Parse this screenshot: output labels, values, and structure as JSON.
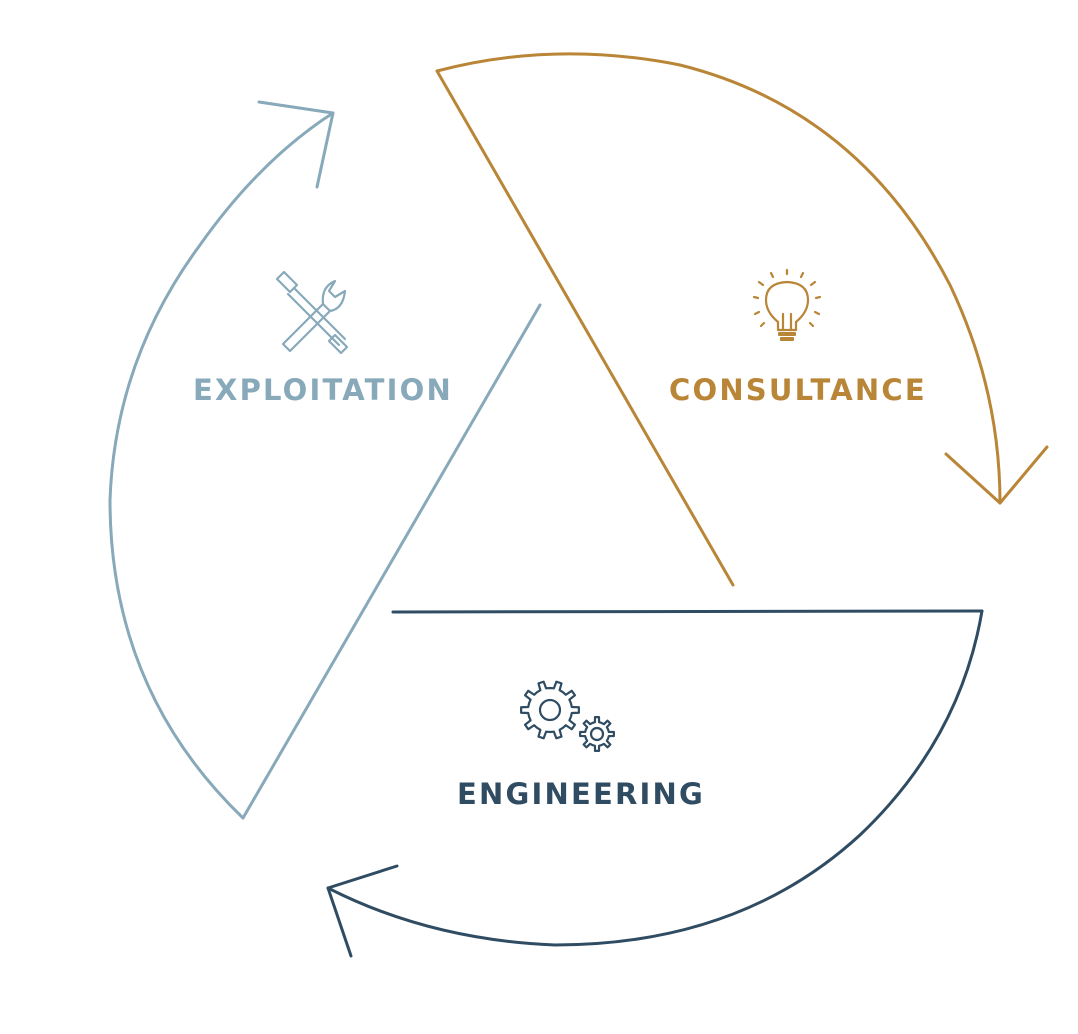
{
  "colors": {
    "exploitation": "#87a9ba",
    "consultance": "#b98536",
    "engineering": "#2f4c62"
  },
  "segments": {
    "exploitation": {
      "label": "EXPLOITATION",
      "icon": "wrench-screwdriver-icon"
    },
    "consultance": {
      "label": "CONSULTANCE",
      "icon": "lightbulb-icon"
    },
    "engineering": {
      "label": "ENGINEERING",
      "icon": "gears-icon"
    }
  },
  "flow": [
    "exploitation",
    "consultance",
    "engineering"
  ]
}
